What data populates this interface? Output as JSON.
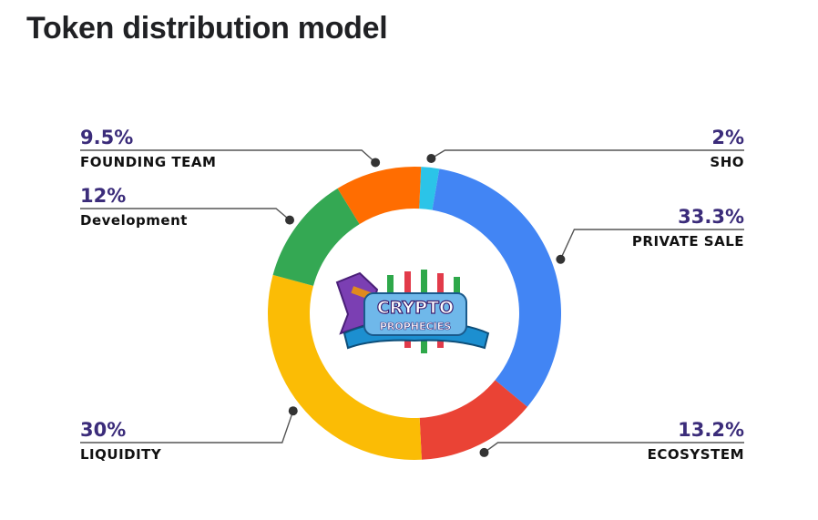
{
  "page": {
    "title": "Token distribution model"
  },
  "logo": {
    "line1": "CRYPTO",
    "line2": "PROPHECIES"
  },
  "chart_data": {
    "type": "pie",
    "donut": true,
    "title": "Token distribution model",
    "slices": [
      {
        "label": "SHO",
        "value": 2,
        "display": "2%",
        "color": "#2bc4e8"
      },
      {
        "label": "PRIVATE SALE",
        "value": 33.3,
        "display": "33.3%",
        "color": "#4285f4"
      },
      {
        "label": "ECOSYSTEM",
        "value": 13.2,
        "display": "13.2%",
        "color": "#ea4335"
      },
      {
        "label": "LIQUIDITY",
        "value": 30,
        "display": "30%",
        "color": "#fbbc05"
      },
      {
        "label": "Development",
        "value": 12,
        "display": "12%",
        "color": "#34a853"
      },
      {
        "label": "FOUNDING TEAM",
        "value": 9.5,
        "display": "9.5%",
        "color": "#ff6d01"
      }
    ]
  }
}
